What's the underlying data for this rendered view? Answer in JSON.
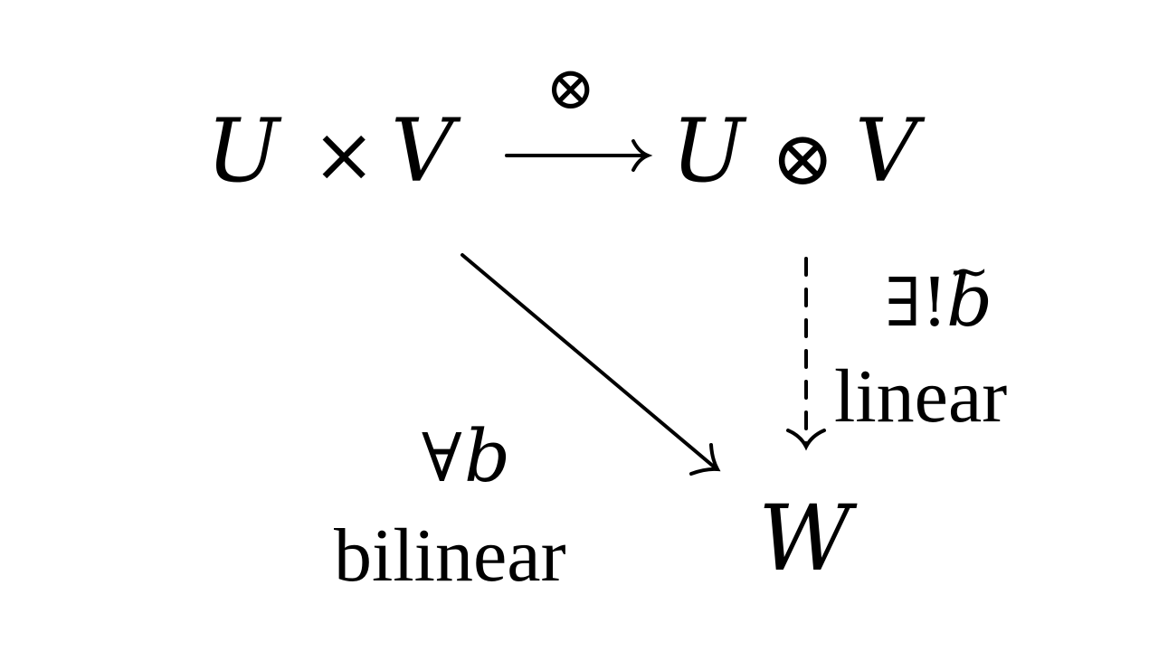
{
  "nodes": {
    "domain": {
      "left": "U",
      "operator": "×",
      "right": "V"
    },
    "tensor_product": {
      "left": "U",
      "operator": "⊗",
      "right": "V"
    },
    "target": {
      "symbol": "W"
    }
  },
  "arrows": {
    "tensor_map": {
      "label": "⊗",
      "style": "solid"
    },
    "bilinear_map": {
      "quantifier": "∀",
      "symbol": "b",
      "description": "bilinear",
      "style": "solid"
    },
    "induced_map": {
      "quantifier": "∃!",
      "symbol": "b",
      "accent": "~",
      "description": "linear",
      "style": "dashed"
    }
  },
  "colors": {
    "ink": "#000000",
    "background": "#ffffff"
  }
}
